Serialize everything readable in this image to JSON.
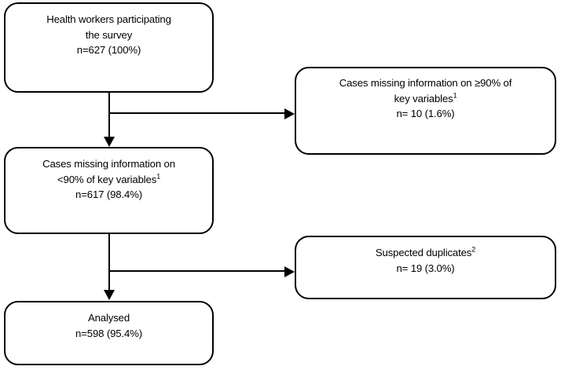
{
  "diagram": {
    "type": "participant-flow-chart",
    "background_color": "#ffffff",
    "stroke_color": "#000000",
    "boxes": {
      "enrolled": {
        "line1": "Health workers participating",
        "line2": "the survey",
        "line3": "n=627 (100%)"
      },
      "excluded_missing": {
        "line1": "Cases missing information on ≥90% of",
        "line2_text": "key variables",
        "line2_sup": "1",
        "line3": "n= 10 (1.6%)"
      },
      "included_missing": {
        "line1": "Cases missing information on",
        "line2_text": "<90% of key variables",
        "line2_sup": "1",
        "line3": "n=617 (98.4%)"
      },
      "excluded_duplicates": {
        "line1_text": "Suspected duplicates",
        "line1_sup": "2",
        "line2": "n= 19 (3.0%)"
      },
      "analysed": {
        "line1": "Analysed",
        "line2": "n=598 (95.4%)"
      }
    },
    "connectors": [
      {
        "name": "enrolled-to-included",
        "direction": "down"
      },
      {
        "name": "enrolled-to-excluded-missing",
        "direction": "right"
      },
      {
        "name": "included-to-analysed",
        "direction": "down"
      },
      {
        "name": "included-to-excluded-duplicates",
        "direction": "right"
      }
    ]
  }
}
